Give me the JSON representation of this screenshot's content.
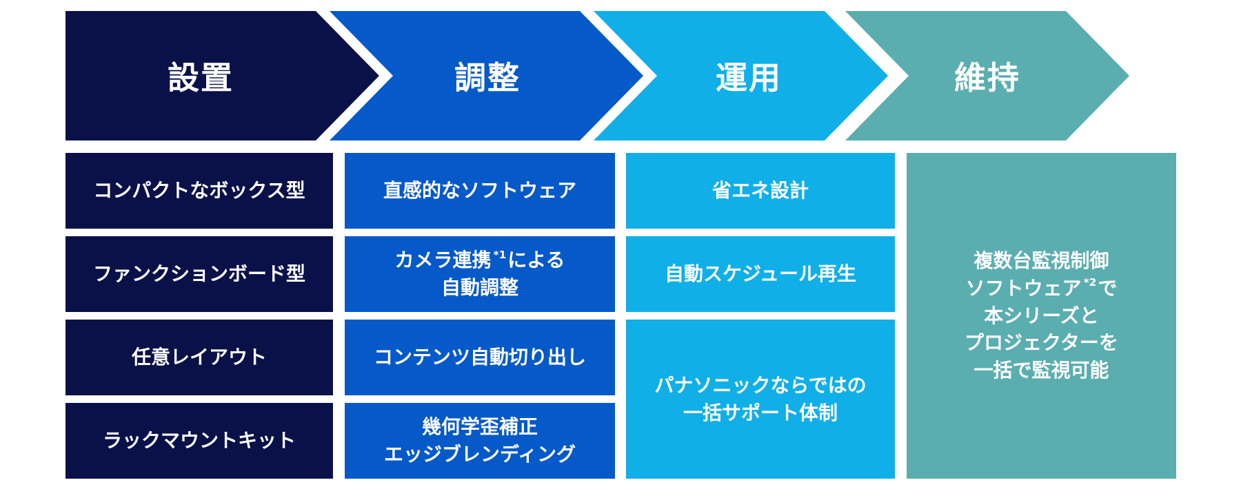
{
  "diagram": {
    "name": "projector-lifecycle-process-flow",
    "background_color": "#FFFFFF",
    "text_color": "#FFFFFF",
    "steps": [
      {
        "label": "設置",
        "color": "#0A1149"
      },
      {
        "label": "調整",
        "color": "#0659C8"
      },
      {
        "label": "運用",
        "color": "#10AFE8"
      },
      {
        "label": "維持",
        "color": "#5BAEAF"
      }
    ],
    "columns": [
      {
        "step": "設置",
        "boxes": [
          {
            "rows": 1,
            "lines": [
              [
                "コンパクトなボックス型"
              ]
            ]
          },
          {
            "rows": 1,
            "lines": [
              [
                "ファンクションボード型"
              ]
            ]
          },
          {
            "rows": 1,
            "lines": [
              [
                "任意レイアウト"
              ]
            ]
          },
          {
            "rows": 1,
            "lines": [
              [
                "ラックマウントキット"
              ]
            ]
          }
        ]
      },
      {
        "step": "調整",
        "boxes": [
          {
            "rows": 1,
            "lines": [
              [
                "直感的なソフトウェア"
              ]
            ]
          },
          {
            "rows": 1,
            "lines": [
              [
                "カメラ連携",
                {
                  "sup": "*1"
                },
                "による"
              ],
              [
                "自動調整"
              ]
            ]
          },
          {
            "rows": 1,
            "lines": [
              [
                "コンテンツ自動切り出し"
              ]
            ]
          },
          {
            "rows": 1,
            "lines": [
              [
                "幾何学歪補正"
              ],
              [
                "エッジブレンディング"
              ]
            ]
          }
        ]
      },
      {
        "step": "運用",
        "boxes": [
          {
            "rows": 1,
            "lines": [
              [
                "省エネ設計"
              ]
            ]
          },
          {
            "rows": 1,
            "lines": [
              [
                "自動スケジュール再生"
              ]
            ]
          },
          {
            "rows": 2,
            "lines": [
              [
                "パナソニックならではの"
              ],
              [
                "一括サポート体制"
              ]
            ]
          }
        ]
      },
      {
        "step": "維持",
        "boxes": [
          {
            "rows": 4,
            "lines": [
              [
                "複数台監視制御"
              ],
              [
                "ソフトウェア",
                {
                  "sup": "*2"
                },
                "で"
              ],
              [
                "本シリーズと"
              ],
              [
                "プロジェクターを"
              ],
              [
                "一括で監視可能"
              ]
            ]
          }
        ]
      }
    ]
  }
}
